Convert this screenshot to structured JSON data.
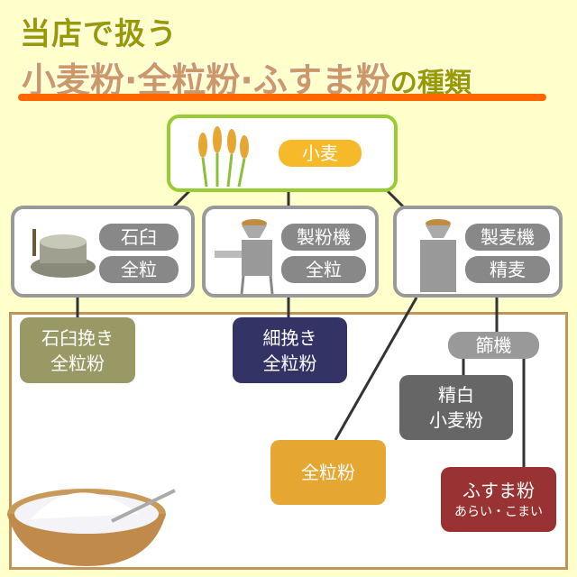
{
  "title": {
    "line1": "当店で扱う",
    "line2": "小麦粉·全粒粉·ふすま粉",
    "line2_suffix": "の種類"
  },
  "wheat": {
    "label": "小麦"
  },
  "machines": [
    {
      "tag1": "石臼",
      "tag2": "全粒",
      "icon": "millstone-icon"
    },
    {
      "tag1": "製粉機",
      "tag2": "全粒",
      "icon": "flour-mill-icon"
    },
    {
      "tag1": "製麦機",
      "tag2": "精麦",
      "icon": "polishing-machine-icon"
    }
  ],
  "sieve": {
    "label": "篩機"
  },
  "products": {
    "stone": {
      "line1": "石臼挽き",
      "line2": "全粒粉"
    },
    "fine": {
      "line1": "細挽き",
      "line2": "全粒粉"
    },
    "whole": {
      "line1": "全粒粉"
    },
    "white": {
      "line1": "精白",
      "line2": "小麦粉"
    },
    "bran": {
      "line1": "ふすま粉",
      "line2": "あらい・こまい"
    }
  },
  "colors": {
    "stone": "#999966",
    "fine": "#333366",
    "whole": "#e6a632",
    "white": "#666666",
    "bran": "#993333",
    "accent": "#ff6600"
  }
}
